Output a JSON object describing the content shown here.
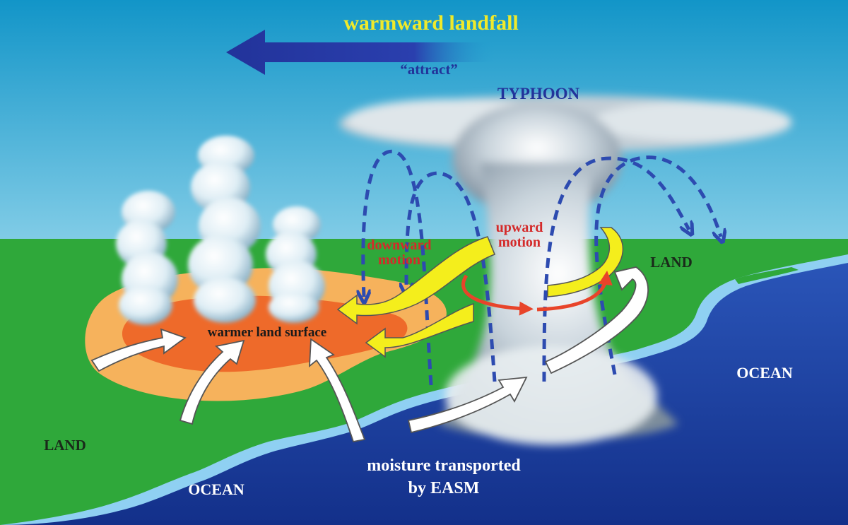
{
  "labels": {
    "title": "warmward  landfall",
    "attract": "“attract”",
    "typhoon": "TYPHOON",
    "downward_1": "downward",
    "downward_2": "motion",
    "upward_1": "upward",
    "upward_2": "motion",
    "land_right": "LAND",
    "land_left": "LAND",
    "warmer_land": "warmer land surface",
    "ocean_right": "OCEAN",
    "ocean_left": "OCEAN",
    "moisture_1": "moisture  transported",
    "moisture_2": "by EASM"
  },
  "colors": {
    "sky_top": "#1a9fd0",
    "sky_bottom": "#e8f6fb",
    "land": "#2fa83a",
    "ocean": "#1b3f9e",
    "coast_light": "#8fd0f2",
    "warm_outer": "#f6b25c",
    "warm_inner": "#ee6a2a",
    "title_yellow": "#f0ea2a",
    "dark_blue": "#22339a",
    "red_text": "#d42a2a",
    "yellow_arrow": "#f4ee1c",
    "dashed_blue": "#2d4bb0"
  }
}
